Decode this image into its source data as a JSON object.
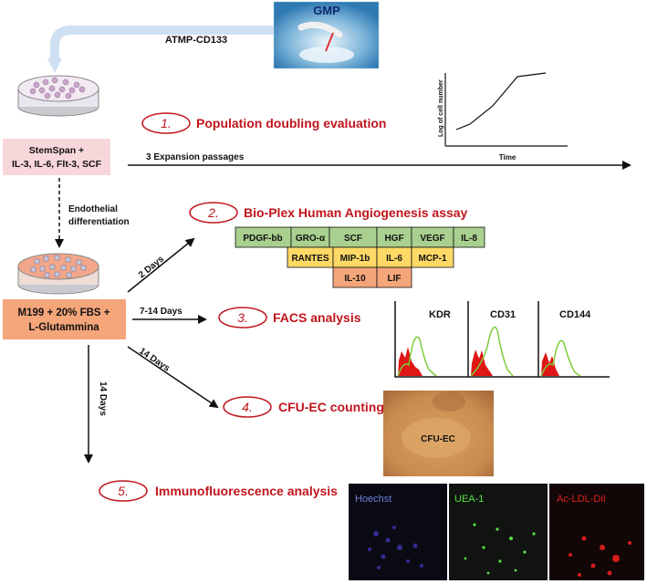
{
  "gmp": {
    "label": "GMP",
    "arrow_label": "ATMP-CD133"
  },
  "medium1": {
    "line1": "StemSpan +",
    "line2": "IL-3, IL-6, Flt-3, SCF"
  },
  "medium2": {
    "line1": "M199 + 20% FBS +",
    "line2": "L-Glutammina"
  },
  "differentiation": {
    "line1": "Endothelial",
    "line2": "differentiation"
  },
  "expansion_label": "3 Expansion passages",
  "growth_chart": {
    "ylabel": "Log of cell number",
    "xlabel": "Time"
  },
  "steps": [
    {
      "number": "1.",
      "label": "Population doubling evaluation"
    },
    {
      "number": "2.",
      "label": "Bio-Plex Human Angiogenesis assay"
    },
    {
      "number": "3.",
      "label": "FACS analysis"
    },
    {
      "number": "4.",
      "label": "CFU-EC counting"
    },
    {
      "number": "5.",
      "label": "Immunofluorescence analysis"
    }
  ],
  "timings": {
    "bioplex": "2 Days",
    "facs": "7-14 Days",
    "cfu": "14 Days",
    "if": "14 Days"
  },
  "cytokines": {
    "row1": [
      "PDGF-bb",
      "GRO-α",
      "SCF",
      "HGF",
      "VEGF",
      "IL-8"
    ],
    "row2": [
      "RANTES",
      "MIP-1b",
      "IL-6",
      "MCP-1"
    ],
    "row3": [
      "IL-10",
      "LIF"
    ]
  },
  "colors": {
    "row1": "#a9d08e",
    "row2": "#ffd966",
    "row3": "#f4a57a",
    "accent_red": "#c0151d",
    "medium1_bg": "#f8d7da",
    "medium2_bg": "#f4a57a"
  },
  "facs": [
    "KDR",
    "CD31",
    "CD144"
  ],
  "cfu_image_label": "CFU-EC",
  "if_panels": [
    "Hoechst",
    "UEA-1",
    "Ac-LDL-DiI"
  ]
}
